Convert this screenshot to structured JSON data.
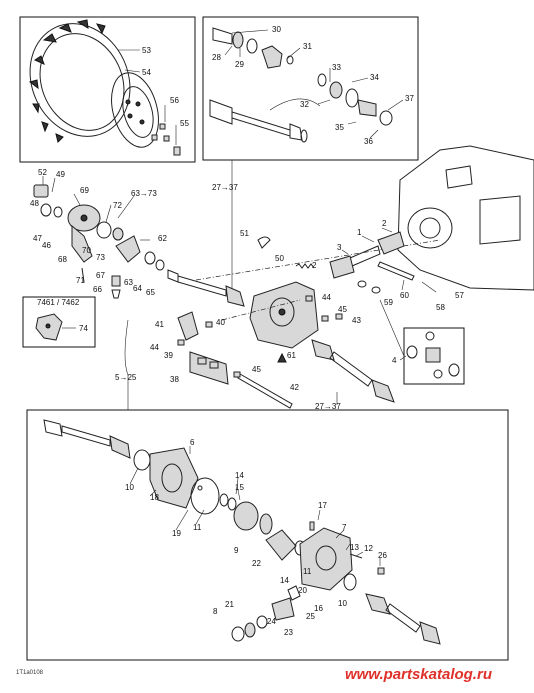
{
  "diagram": {
    "code": "1T1a0108",
    "watermark": "www.partskatalog.ru",
    "labels": {
      "p1": "1",
      "p2a": "2",
      "p2b": "2",
      "p3": "3",
      "p4": "4",
      "ref_5_25": "5→25",
      "p6": "6",
      "p7": "7",
      "p8": "8",
      "p9": "9",
      "p10a": "10",
      "p10b": "10",
      "p11": "11",
      "p12": "12",
      "p13": "13",
      "p14": "14",
      "p15": "15",
      "p16": "16",
      "p17": "17",
      "p18": "18",
      "p19": "19",
      "p20": "20",
      "p21": "21",
      "p22": "22",
      "p23": "23",
      "p24": "24",
      "p25": "25",
      "p26": "26",
      "ref_27_37a": "27→37",
      "ref_27_37b": "27→37",
      "p28": "28",
      "p29": "29",
      "p30": "30",
      "p31": "31",
      "p32": "32",
      "p33": "33",
      "p34": "34",
      "p35": "35",
      "p36": "36",
      "p37": "37",
      "p38": "38",
      "p39": "39",
      "p40": "40",
      "p41": "41",
      "p42": "42",
      "p43": "43",
      "p44a": "44",
      "p44b": "44",
      "p45a": "45",
      "p45b": "45",
      "p46": "46",
      "p47": "47",
      "p48": "48",
      "p49": "49",
      "p50": "50",
      "p51": "51",
      "p52": "52",
      "p53": "53",
      "p54": "54",
      "p55": "55",
      "p56": "56",
      "p57": "57",
      "p58": "58",
      "p59": "59",
      "p60": "60",
      "p61": "61",
      "p62": "62",
      "ref_63_73": "63→73",
      "p63": "63",
      "p64": "64",
      "p65": "65",
      "p66": "66",
      "p67": "67",
      "p68": "68",
      "p69": "69",
      "p70": "70",
      "p71": "71",
      "p72": "72",
      "p73": "73",
      "p74": "74",
      "ref_7461_7462": "7461 / 7462"
    }
  }
}
